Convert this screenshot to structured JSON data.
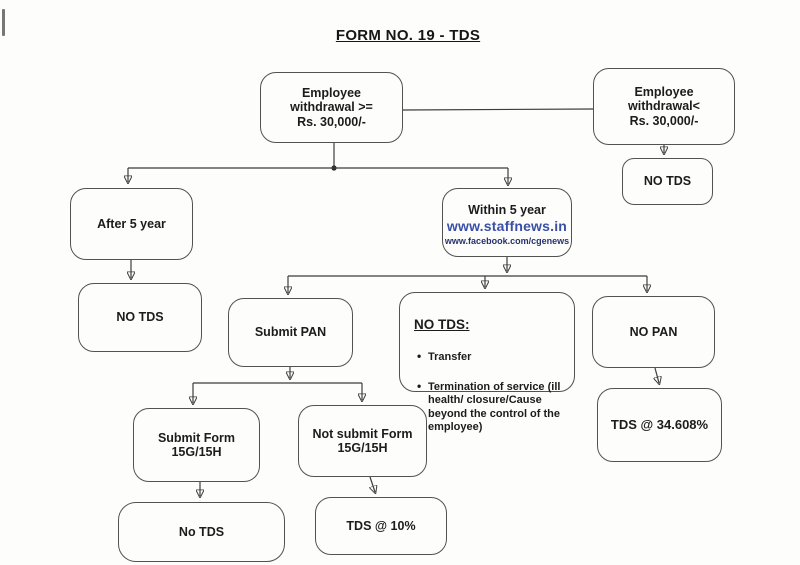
{
  "title": "FORM NO. 19 - TDS",
  "nodes": {
    "withdraw_ge": "Employee\nwithdrawal >=\nRs. 30,000/-",
    "withdraw_lt": "Employee\nwithdrawal<\nRs. 30,000/-",
    "no_tds_right": "NO TDS",
    "after_5_year": "After 5 year",
    "within_5_year": "Within 5 year",
    "no_tds_left": "NO TDS",
    "submit_pan": "Submit PAN",
    "no_tds_details": {
      "heading": "NO TDS:",
      "bullets": [
        "Transfer",
        "Termination of service (ill health/ closure/Cause beyond the control of the employee)"
      ]
    },
    "no_pan": "NO PAN",
    "tds_34_608": "TDS @ 34.608%",
    "submit_form_15g15h": "Submit Form\n15G/15H",
    "not_submit_form_15g15h": "Not submit Form\n15G/15H",
    "no_tds_bottom": "No TDS",
    "tds_10": "TDS @ 10%"
  },
  "watermark": {
    "site": "www.staffnews.in",
    "facebook": "www.facebook.com/cgenews"
  },
  "colors": {
    "watermark_site": "#3a50a6",
    "watermark_facebook": "#25316e",
    "box_border": "#525252",
    "connector": "#3d3d3d",
    "text": "#1c1c1c"
  }
}
